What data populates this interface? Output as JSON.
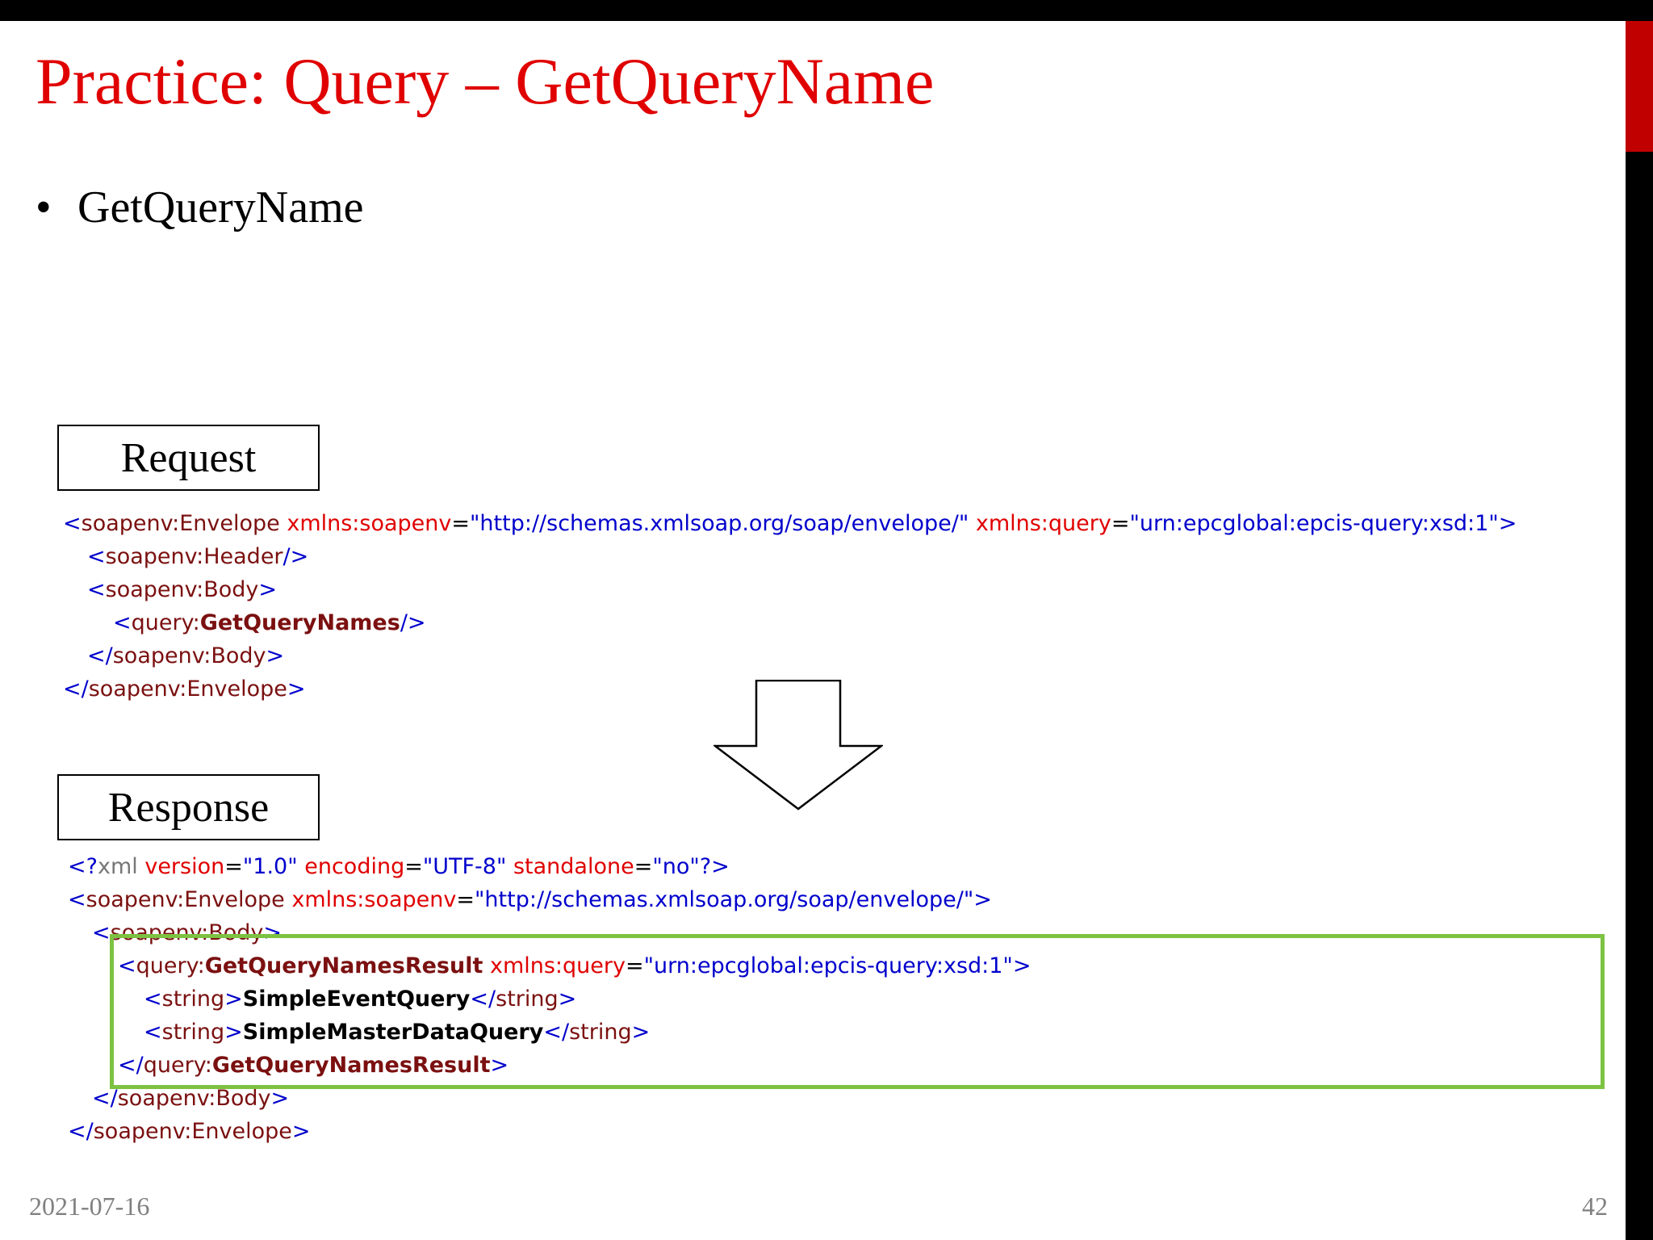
{
  "slide": {
    "title": "Practice: Query – GetQueryName",
    "bullet_marker": "•",
    "bullet_text": "GetQueryName",
    "request_label": "Request",
    "response_label": "Response",
    "date": "2021-07-16",
    "page_number": "42"
  },
  "request": {
    "line1": {
      "open": "<",
      "tag": "soapenv:Envelope",
      "attr1_name": "xmlns:soapenv",
      "eq": "=",
      "attr1_value": "\"http://schemas.xmlsoap.org/soap/envelope/\"",
      "attr2_name": "xmlns:query",
      "attr2_value": "\"urn:epcglobal:epcis-query:xsd:1\"",
      "close": ">"
    },
    "line2": {
      "open": "<",
      "tag": "soapenv:Header",
      "close": "/>"
    },
    "line3": {
      "open": "<",
      "tag": "soapenv:Body",
      "close": ">"
    },
    "line4": {
      "open": "<",
      "prefix": "query:",
      "name": "GetQueryNames",
      "close": "/>"
    },
    "line5": {
      "open": "</",
      "tag": "soapenv:Body",
      "close": ">"
    },
    "line6": {
      "open": "</",
      "tag": "soapenv:Envelope",
      "close": ">"
    }
  },
  "response": {
    "line1": {
      "open": "<?",
      "keyword": "xml",
      "attr1_name": "version",
      "attr1_value": "\"1.0\"",
      "attr2_name": "encoding",
      "attr2_value": "\"UTF-8\"",
      "attr3_name": "standalone",
      "attr3_value": "\"no\"",
      "eq": "=",
      "close": "?>"
    },
    "line2": {
      "open": "<",
      "tag": "soapenv:Envelope",
      "attr_name": "xmlns:soapenv",
      "attr_value": "\"http://schemas.xmlsoap.org/soap/envelope/\"",
      "close": ">"
    },
    "line3": {
      "open": "<",
      "tag": "soapenv:Body",
      "close": ">"
    },
    "line4": {
      "open": "<",
      "prefix": "query:",
      "name": "GetQueryNamesResult",
      "attr_name": "xmlns:query",
      "attr_value": "\"urn:epcglobal:epcis-query:xsd:1\"",
      "close": ">"
    },
    "line5": {
      "open": "<",
      "tag": "string",
      "close": ">",
      "content": "SimpleEventQuery",
      "end_open": "</",
      "end_close": ">"
    },
    "line6": {
      "open": "<",
      "tag": "string",
      "close": ">",
      "content": "SimpleMasterDataQuery",
      "end_open": "</",
      "end_close": ">"
    },
    "line7": {
      "open": "</",
      "prefix": "query:",
      "name": "GetQueryNamesResult",
      "close": ">"
    },
    "line8": {
      "open": "</",
      "tag": "soapenv:Body",
      "close": ">"
    },
    "line9": {
      "open": "</",
      "tag": "soapenv:Envelope",
      "close": ">"
    }
  },
  "colors": {
    "title": "#e00000",
    "accent_bar": "#c00000",
    "highlight_border": "#7dc242",
    "tag": "#7b1010",
    "attribute": "#e00000",
    "value": "#0000cc"
  },
  "icons": {
    "arrow": "down-arrow-outline-icon"
  }
}
